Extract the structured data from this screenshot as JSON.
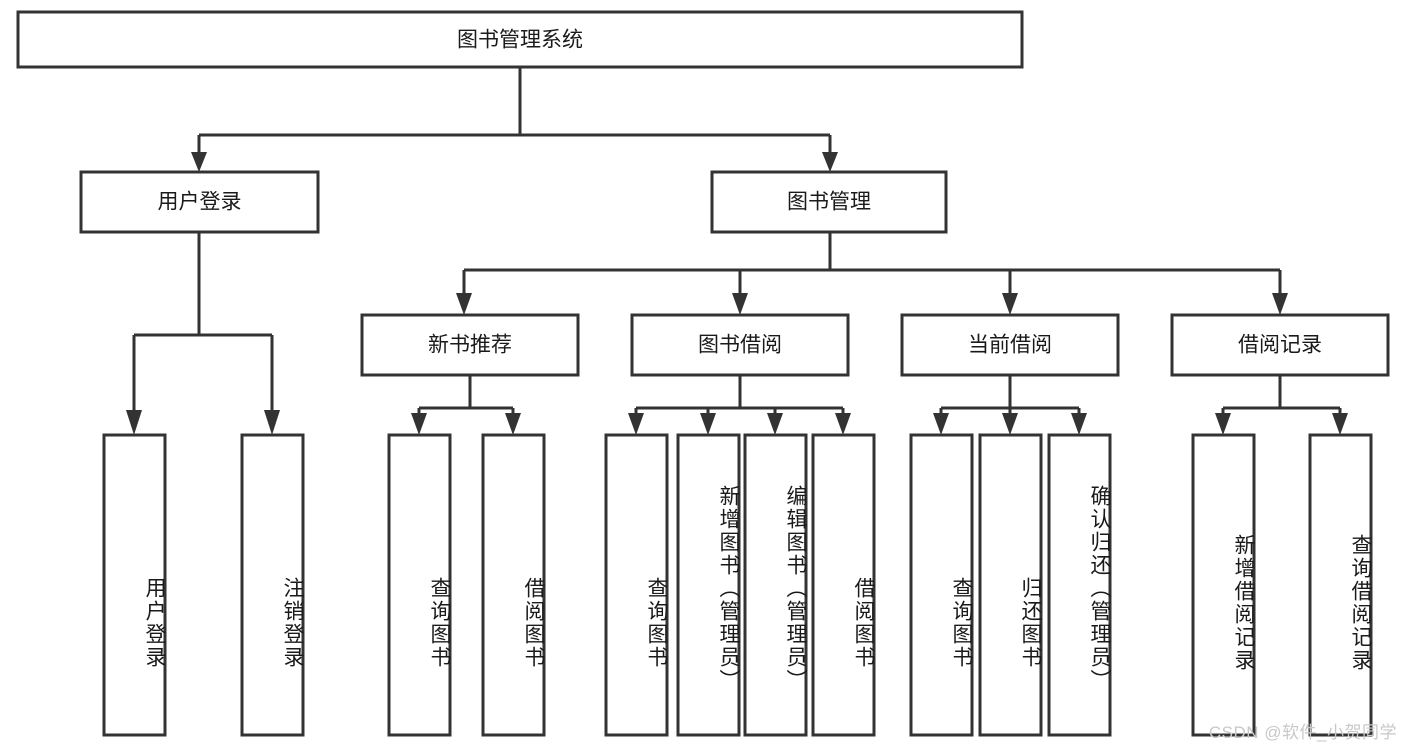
{
  "diagram": {
    "type": "tree-hierarchy",
    "title": "图书管理系统",
    "root": {
      "label": "图书管理系统",
      "id": "root"
    },
    "level1": [
      {
        "id": "user-login",
        "label": "用户登录"
      },
      {
        "id": "book-manage",
        "label": "图书管理"
      }
    ],
    "level2": [
      {
        "id": "new-book-recommend",
        "label": "新书推荐",
        "parent": "book-manage"
      },
      {
        "id": "book-borrow",
        "label": "图书借阅",
        "parent": "book-manage"
      },
      {
        "id": "current-borrow",
        "label": "当前借阅",
        "parent": "book-manage"
      },
      {
        "id": "borrow-record",
        "label": "借阅记录",
        "parent": "book-manage"
      }
    ],
    "leaves": [
      {
        "id": "leaf-user-login",
        "label": "用户登录",
        "parent": "user-login"
      },
      {
        "id": "leaf-logout-login",
        "label": "注销登录",
        "parent": "user-login"
      },
      {
        "id": "leaf-query-book-1",
        "label": "查询图书",
        "parent": "new-book-recommend"
      },
      {
        "id": "leaf-borrow-book-1",
        "label": "借阅图书",
        "parent": "new-book-recommend"
      },
      {
        "id": "leaf-query-book-2",
        "label": "查询图书",
        "parent": "book-borrow"
      },
      {
        "id": "leaf-add-book",
        "label": "新增图书（管理员）",
        "parent": "book-borrow"
      },
      {
        "id": "leaf-edit-book",
        "label": "编辑图书（管理员）",
        "parent": "book-borrow"
      },
      {
        "id": "leaf-borrow-book-2",
        "label": "借阅图书",
        "parent": "book-borrow"
      },
      {
        "id": "leaf-query-book-3",
        "label": "查询图书",
        "parent": "current-borrow"
      },
      {
        "id": "leaf-return-book",
        "label": "归还图书",
        "parent": "current-borrow"
      },
      {
        "id": "leaf-confirm-return",
        "label": "确认归还（管理员）",
        "parent": "current-borrow"
      },
      {
        "id": "leaf-add-record",
        "label": "新增借阅记录",
        "parent": "borrow-record"
      },
      {
        "id": "leaf-query-record",
        "label": "查询借阅记录",
        "parent": "borrow-record"
      }
    ]
  },
  "watermark": {
    "text": "CSDN @软件_小贺同学"
  },
  "colors": {
    "stroke": "#333333",
    "fill": "#ffffff",
    "text": "#1a1a1a",
    "watermark": "#c8c8c8"
  }
}
